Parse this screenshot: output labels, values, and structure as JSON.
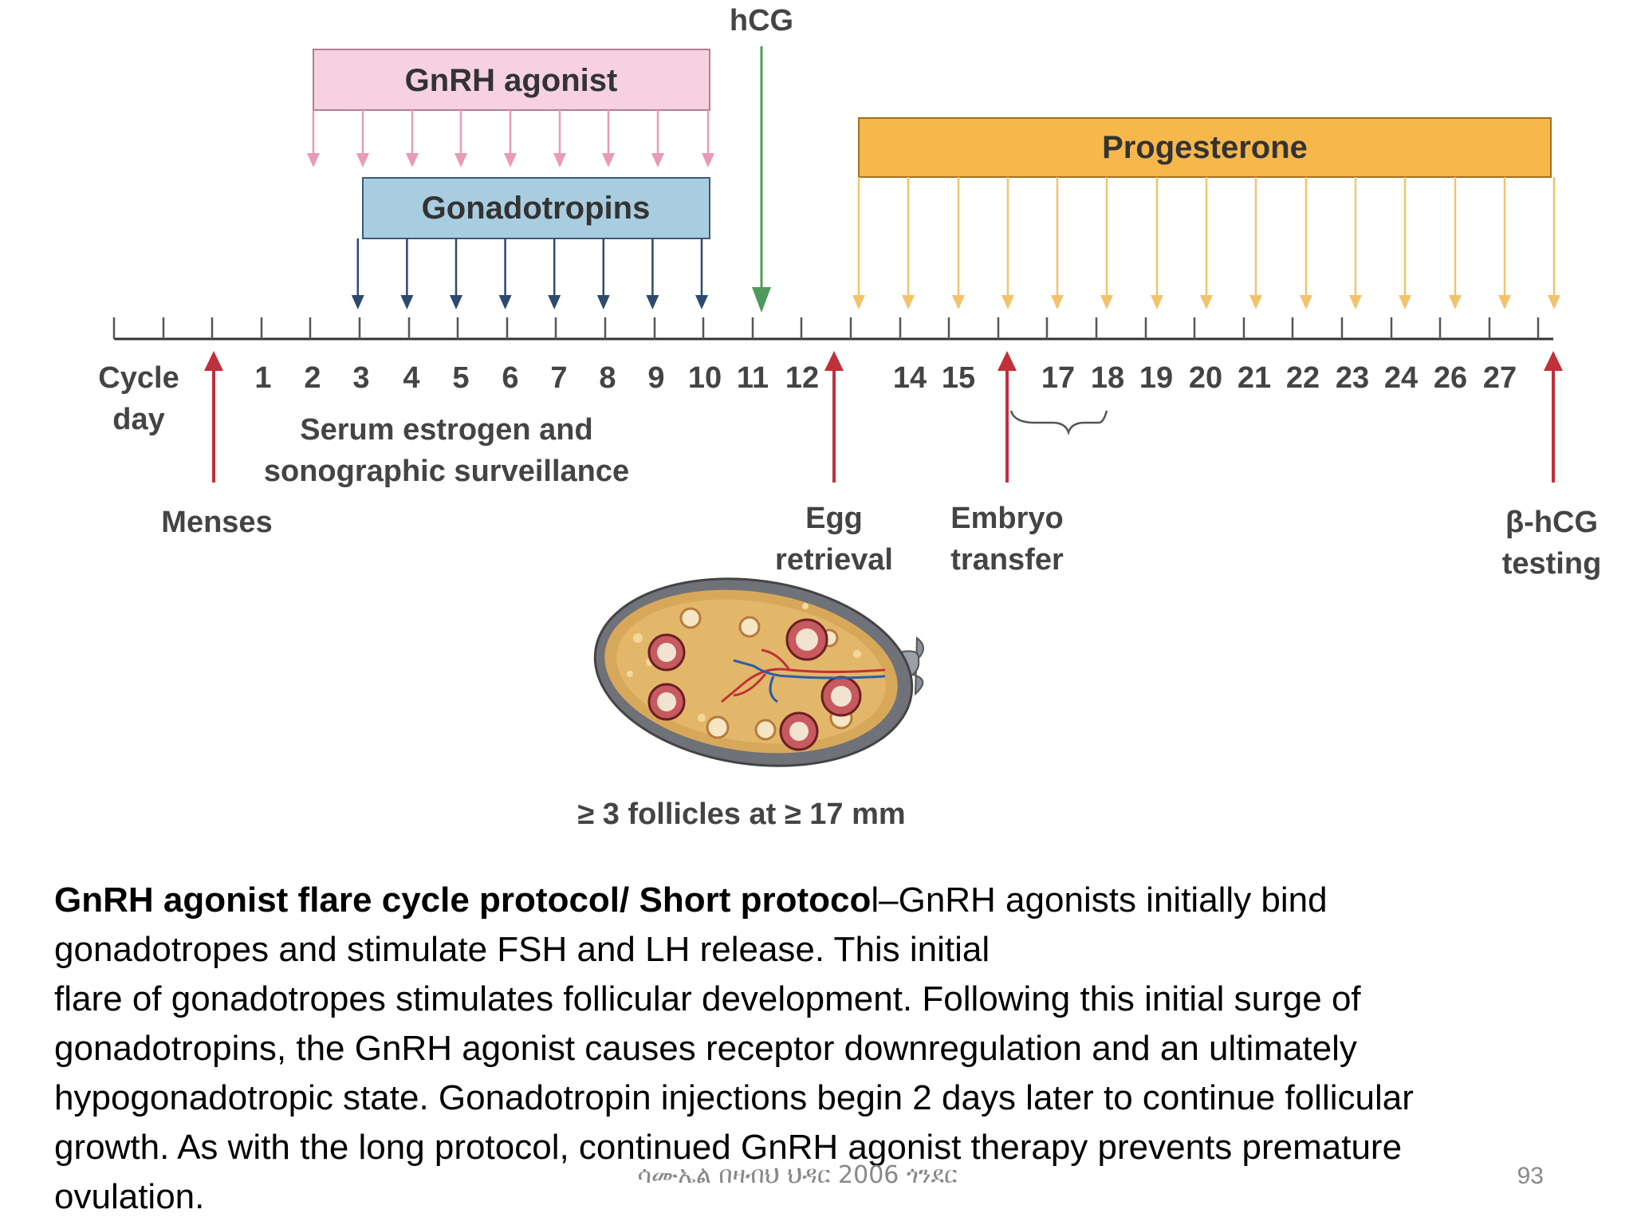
{
  "diagram": {
    "hcg_label": "hCG",
    "gnrh_label": "GnRH agonist",
    "gonadotropins_label": "Gonadotropins",
    "progesterone_label": "Progesterone",
    "cycle_day_line1": "Cycle",
    "cycle_day_line2": "day",
    "days": [
      "1",
      "2",
      "3",
      "4",
      "5",
      "6",
      "7",
      "8",
      "9",
      "10",
      "11",
      "12",
      "14",
      "15",
      "17",
      "18",
      "19",
      "20",
      "21",
      "22",
      "23",
      "24",
      "26",
      "27"
    ],
    "surveillance_line1": "Serum estrogen and",
    "surveillance_line2": "sonographic surveillance",
    "menses": "Menses",
    "egg_retrieval_line1": "Egg",
    "egg_retrieval_line2": "retrieval",
    "embryo_transfer_line1": "Embryo",
    "embryo_transfer_line2": "transfer",
    "bhcg_line1": "β-hCG",
    "bhcg_line2": "testing",
    "follicles": "≥ 3 follicles at ≥ 17 mm",
    "colors": {
      "gnrh_box": "#f6d1e2",
      "gnrh_arrow": "#e89ab8",
      "gonadotropin_box": "#a9cde0",
      "gonadotropin_arrow": "#2c4a6e",
      "progesterone_box": "#f6b84b",
      "progesterone_arrow": "#f1c46c",
      "hcg_arrow": "#4f9a5a",
      "event_arrow": "#c0303a"
    }
  },
  "caption": {
    "bold_text": "GnRH agonist flare cycle protocol/ Short protoco",
    "text_line1_rest": "l–GnRH agonists initially bind",
    "line2": "gonadotropes and stimulate FSH and LH release. This initial",
    "line3": "flare of gonadotropes stimulates follicular development. Following this initial surge of",
    "line4": "gonadotropins, the GnRH agonist causes receptor downregulation and an ultimately",
    "line5": "hypogonadotropic state. Gonadotropin injections begin 2 days later to continue follicular",
    "line6": "growth. As with the long protocol, continued GnRH agonist therapy prevents premature",
    "line7": "ovulation."
  },
  "footer": {
    "text": "ሳሙኤል በዛብህ ህዳር 2006 ጎንደር",
    "page": "93"
  }
}
